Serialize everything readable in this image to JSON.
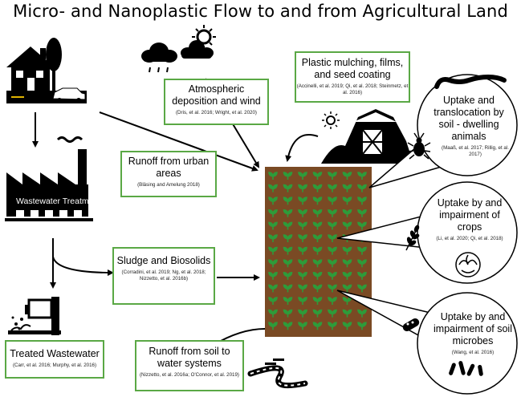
{
  "title": "Micro- and Nanoplastic Flow to and from Agricultural Land",
  "factory_label": "Wastewater Treatment",
  "boxes": {
    "atmospheric": {
      "main": "Atmospheric deposition and wind",
      "cite": "(Dris, et al. 2016; Wright, et al. 2020)"
    },
    "mulching": {
      "main": "Plastic mulching, films, and seed coating",
      "cite": "(Accinelli, et al. 2019; Qi, et al. 2018; Steinmetz, et al. 2016)"
    },
    "runoff_urban": {
      "main": "Runoff from urban areas",
      "cite": "(Bläsing and Amelung 2018)"
    },
    "sludge": {
      "main": "Sludge and Biosolids",
      "cite": "(Corradini, et al. 2019; Ng, et al. 2018; Nizzetto, et al. 2016b)"
    },
    "treated": {
      "main": "Treated Wastewater",
      "cite": "(Carr, et al. 2016; Murphy, et al. 2016)"
    },
    "runoff_soil": {
      "main": "Runoff from soil to water systems",
      "cite": "(Nizzetto, et al. 2016a; O'Connor, et al. 2019)"
    }
  },
  "bubbles": {
    "animals": {
      "main": "Uptake and translocation by soil - dwelling animals",
      "cite": "(Maaß, et al. 2017; Rillig, et al. 2017)"
    },
    "crops": {
      "main": "Uptake by and impairment of crops",
      "cite": "(Li, et al. 2020; Qi, et al. 2018)"
    },
    "microbes": {
      "main": "Uptake by and impairment of soil microbes",
      "cite": "(Wang, et al. 2016)"
    }
  },
  "colors": {
    "box_border": "#5aa845",
    "soil": "#7a4a24",
    "plant": "#2e9b3a",
    "icon": "#000000"
  },
  "icons": [
    "house-icon",
    "tree-icon",
    "car-icon",
    "cloud-rain-icon",
    "sun-cloud-icon",
    "sun-icon",
    "barn-icon",
    "worm-icon",
    "beetle-icon",
    "wheat-icon",
    "lettuce-icon",
    "bacteria-icon",
    "factory-icon",
    "wastewater-outlet-icon",
    "stream-icon",
    "wave-icon"
  ]
}
